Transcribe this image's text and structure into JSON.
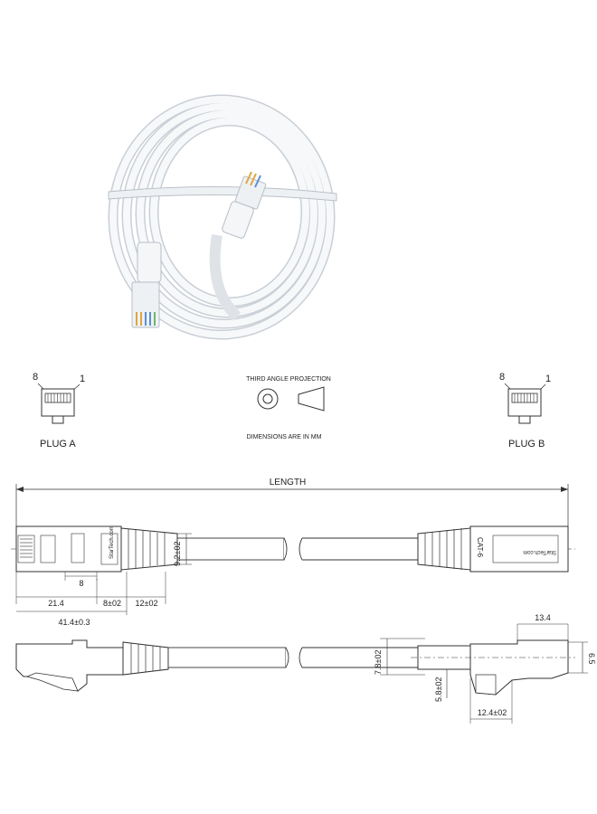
{
  "plugs": {
    "a": {
      "label": "PLUG A",
      "pin_left": "8",
      "pin_right": "1"
    },
    "b": {
      "label": "PLUG B",
      "pin_left": "8",
      "pin_right": "1"
    }
  },
  "projection": {
    "title": "THIRD ANGLE PROJECTION",
    "units": "DIMENSIONS ARE IN MM"
  },
  "top_view": {
    "length_label": "LENGTH",
    "dim_boot_height": "9.2±02",
    "dim_8": "8",
    "dim_21_4": "21.4",
    "dim_8_02": "8±02",
    "dim_12_02": "12±02",
    "dim_total": "41.4±0.3",
    "brand_left": "StarTech.com",
    "brand_right": "StarTech.com",
    "cat_label": "CAT-6"
  },
  "side_view": {
    "dim_13_4": "13.4",
    "dim_7_8": "7.8±02",
    "dim_6_5": "6.5",
    "dim_5_8": "5.8±02",
    "dim_12_4": "12.4±02"
  },
  "colors": {
    "cable": "#f4f6f8",
    "line": "#333333",
    "accent": "#d8dde3"
  }
}
